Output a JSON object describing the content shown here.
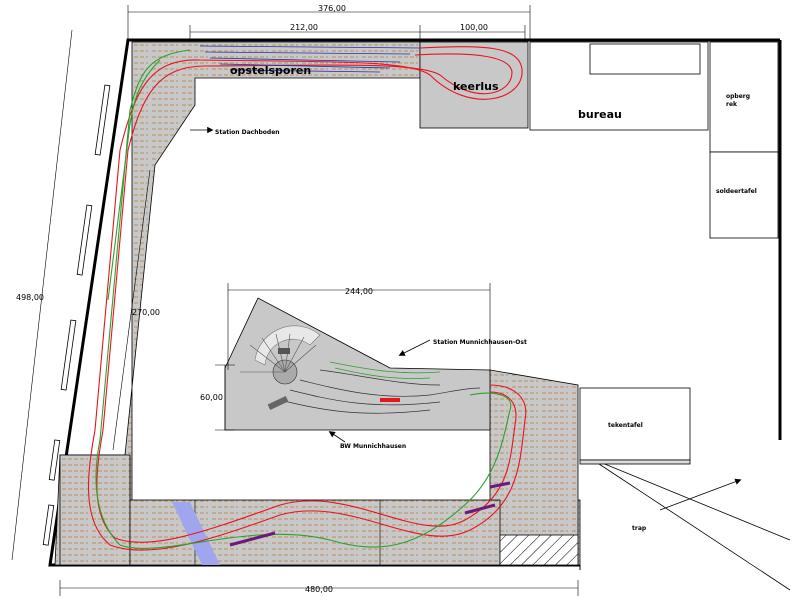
{
  "dimensions": {
    "top_total": "376,00",
    "top_left": "212,00",
    "top_right": "100,00",
    "left_total": "498,00",
    "left_inner": "270,00",
    "center_width": "244,00",
    "center_height": "60,00",
    "bottom_total": "480,00"
  },
  "labels": {
    "opstelsporen": "opstelsporen",
    "keerlus": "keerlus",
    "bureau": "bureau",
    "opberg_line1": "opberg",
    "opberg_line2": "rek",
    "soldeertafel": "soldeertafel",
    "tekentafel": "tekentafel",
    "trap": "trap",
    "station_dachboden": "Station Dachboden",
    "station_munnich_ost": "Station Munnichhausen-Ost",
    "bw_munnich": "BW Munnichhausen"
  },
  "colors": {
    "baseboard": "#c8c8c8",
    "track_red": "#e8141e",
    "track_green": "#2ea02e",
    "track_blue": "#2233aa",
    "crossing_purple": "#6a1a7a",
    "river_blue": "#9fa6ee",
    "wall": "#000000",
    "sleepers": "#b89060"
  }
}
